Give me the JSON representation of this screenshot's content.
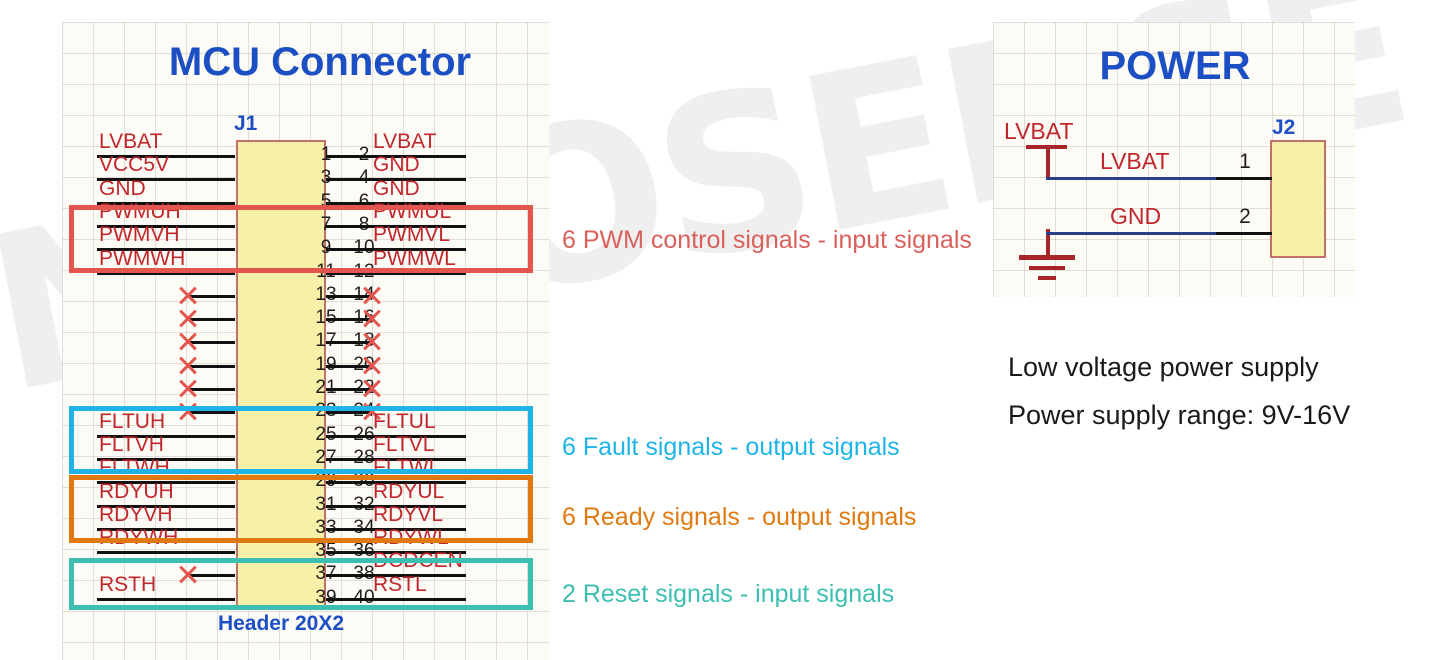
{
  "watermark": {
    "text": "NOVOSENSE"
  },
  "mcu_section": {
    "title": "MCU   Connector",
    "connector": {
      "ref": "J1",
      "footprint": "Header 20X2",
      "rows": [
        {
          "left_net": "LVBAT",
          "odd": "1",
          "even": "2",
          "right_net": "LVBAT",
          "left_nc": false,
          "right_nc": false
        },
        {
          "left_net": "VCC5V",
          "odd": "3",
          "even": "4",
          "right_net": "GND",
          "left_nc": false,
          "right_nc": false
        },
        {
          "left_net": "GND",
          "odd": "5",
          "even": "6",
          "right_net": "GND",
          "left_nc": false,
          "right_nc": false
        },
        {
          "left_net": "PWMUH",
          "odd": "7",
          "even": "8",
          "right_net": "PWMUL",
          "left_nc": false,
          "right_nc": false
        },
        {
          "left_net": "PWMVH",
          "odd": "9",
          "even": "10",
          "right_net": "PWMVL",
          "left_nc": false,
          "right_nc": false
        },
        {
          "left_net": "PWMWH",
          "odd": "11",
          "even": "12",
          "right_net": "PWMWL",
          "left_nc": false,
          "right_nc": false
        },
        {
          "left_net": "",
          "odd": "13",
          "even": "14",
          "right_net": "",
          "left_nc": true,
          "right_nc": true
        },
        {
          "left_net": "",
          "odd": "15",
          "even": "16",
          "right_net": "",
          "left_nc": true,
          "right_nc": true
        },
        {
          "left_net": "",
          "odd": "17",
          "even": "18",
          "right_net": "",
          "left_nc": true,
          "right_nc": true
        },
        {
          "left_net": "",
          "odd": "19",
          "even": "20",
          "right_net": "",
          "left_nc": true,
          "right_nc": true
        },
        {
          "left_net": "",
          "odd": "21",
          "even": "22",
          "right_net": "",
          "left_nc": true,
          "right_nc": true
        },
        {
          "left_net": "",
          "odd": "23",
          "even": "24",
          "right_net": "",
          "left_nc": true,
          "right_nc": true
        },
        {
          "left_net": "FLTUH",
          "odd": "25",
          "even": "26",
          "right_net": "FLTUL",
          "left_nc": false,
          "right_nc": false
        },
        {
          "left_net": "FLTVH",
          "odd": "27",
          "even": "28",
          "right_net": "FLTVL",
          "left_nc": false,
          "right_nc": false
        },
        {
          "left_net": "FLTWH",
          "odd": "29",
          "even": "30",
          "right_net": "FLTWL",
          "left_nc": false,
          "right_nc": false
        },
        {
          "left_net": "RDYUH",
          "odd": "31",
          "even": "32",
          "right_net": "RDYUL",
          "left_nc": false,
          "right_nc": false
        },
        {
          "left_net": "RDYVH",
          "odd": "33",
          "even": "34",
          "right_net": "RDYVL",
          "left_nc": false,
          "right_nc": false
        },
        {
          "left_net": "RDYWH",
          "odd": "35",
          "even": "36",
          "right_net": "RDYWL",
          "left_nc": false,
          "right_nc": false
        },
        {
          "left_net": "",
          "odd": "37",
          "even": "38",
          "right_net": "DCDCEN",
          "left_nc": true,
          "right_nc": false
        },
        {
          "left_net": "RSTH",
          "odd": "39",
          "even": "40",
          "right_net": "RSTL",
          "left_nc": false,
          "right_nc": false
        }
      ]
    },
    "groups": [
      {
        "id": "pwm",
        "caption": "6 PWM control signals - input signals",
        "color": "#e2564f"
      },
      {
        "id": "flt",
        "caption": "6 Fault signals - output signals",
        "color": "#1eb4e8"
      },
      {
        "id": "rdy",
        "caption": "6 Ready signals - output signals",
        "color": "#e07a10"
      },
      {
        "id": "rst",
        "caption": "2 Reset signals - input signals",
        "color": "#3cbfb0"
      }
    ]
  },
  "power_section": {
    "title": "POWER",
    "connector": {
      "ref": "J2"
    },
    "port_label": "LVBAT",
    "nets": [
      {
        "name": "LVBAT",
        "pin": "1"
      },
      {
        "name": "GND",
        "pin": "2"
      }
    ],
    "description": [
      "Low voltage power supply",
      "Power supply range: 9V-16V"
    ]
  }
}
